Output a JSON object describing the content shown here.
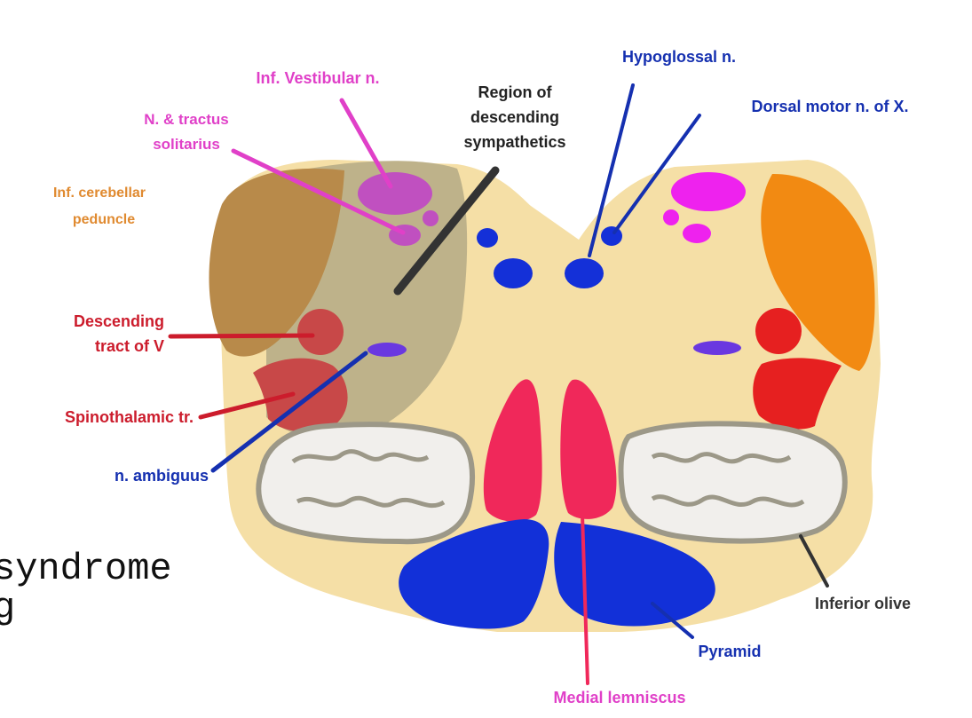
{
  "labels": {
    "inf_vestibular": "Inf. Vestibular n.",
    "tractus_line1": "N. & tractus",
    "tractus_line2": "solitarius",
    "cerebellar_line1": "Inf. cerebellar",
    "cerebellar_line2": "peduncle",
    "region_line1": "Region of",
    "region_line2": "descending",
    "region_line3": "sympathetics",
    "hypoglossal": "Hypoglossal n.",
    "dorsal_motor": "Dorsal motor n. of X.",
    "descending_line1": "Descending",
    "descending_line2": "tract of V",
    "spinothalamic": "Spinothalamic tr.",
    "ambiguus": "n. ambiguus",
    "inferior_olive": "Inferior olive",
    "pyramid": "Pyramid",
    "medial_lemniscus": "Medial lemniscus"
  },
  "background_text": {
    "line1": "syndrome",
    "line2": "g"
  },
  "colors": {
    "medulla": "#f5dfa6",
    "cerebellar_peduncle": "#b88a4a",
    "lateral_region": "#beb28a",
    "vestibular_left": "#c050c0",
    "vestibular_right": "#ee22ee",
    "hypoglossal": "#1430d8",
    "ambiguus": "#6a38e0",
    "trigeminal_left": "#c84848",
    "trigeminal_right": "#e62020",
    "cerebellar_right": "#f28a12",
    "lemniscus": "#f0285a",
    "pyramid": "#1230d8",
    "olive": "#f1efec",
    "label_pink": "#e040c8",
    "label_orange": "#e08a30",
    "label_red": "#cc1c2c",
    "label_blue": "#1530b0"
  }
}
